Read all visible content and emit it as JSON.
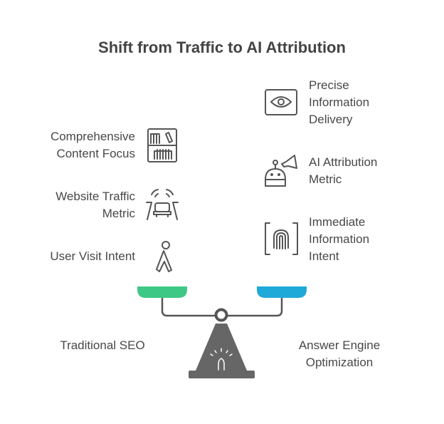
{
  "title": "Shift from Traffic to AI Attribution",
  "left": {
    "label": "Traditional SEO",
    "color": "#3ec885",
    "items": [
      {
        "lines": [
          "Comprehensive",
          "Content Focus"
        ],
        "icon": "bookshelf-icon"
      },
      {
        "lines": [
          "Website Traffic",
          "Metric"
        ],
        "icon": "car-traffic-icon"
      },
      {
        "lines": [
          "User Visit Intent"
        ],
        "icon": "walking-person-icon"
      }
    ]
  },
  "right": {
    "label_lines": [
      "Answer Engine",
      "Optimization"
    ],
    "color": "#1fa9d9",
    "items": [
      {
        "lines": [
          "Precise",
          "Information",
          "Delivery"
        ],
        "icon": "eye-focus-icon"
      },
      {
        "lines": [
          "AI Attribution",
          "Metric"
        ],
        "icon": "robot-megaphone-icon"
      },
      {
        "lines": [
          "Immediate",
          "Information",
          "Intent"
        ],
        "icon": "fingerprint-icon"
      }
    ]
  }
}
